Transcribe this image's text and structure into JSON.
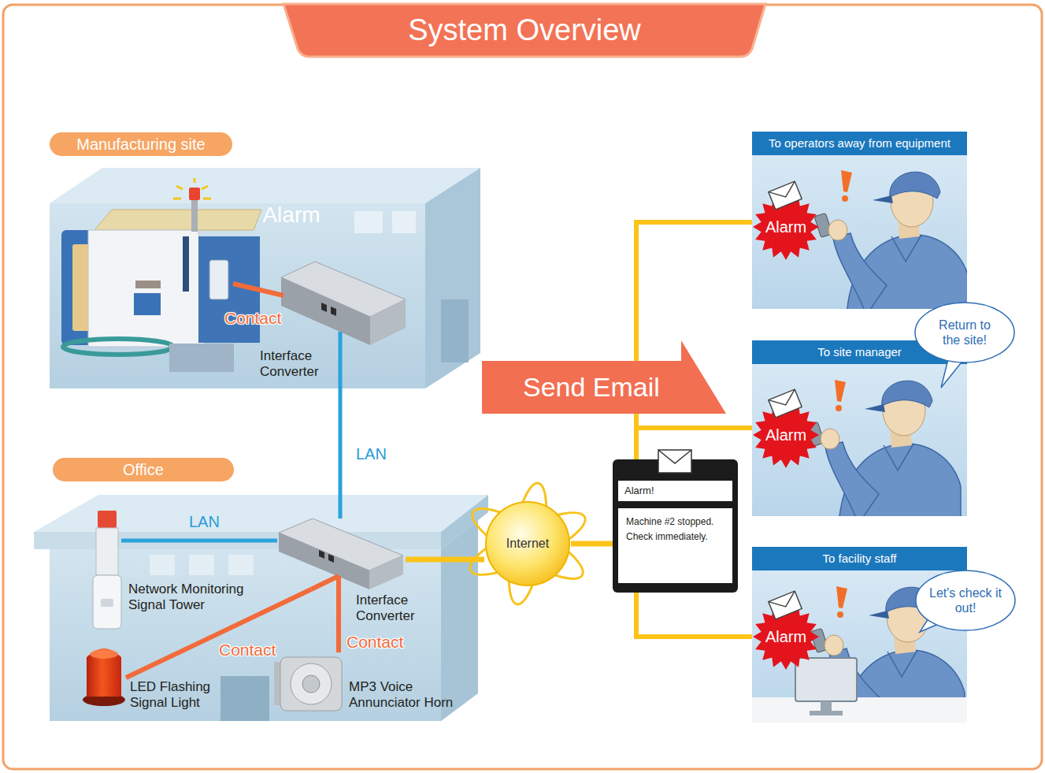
{
  "diagram": {
    "title": "System Overview",
    "nodes": [
      {
        "text": [
          "Manufacturing site"
        ]
      },
      {
        "text": [
          "Alarm"
        ],
        "in": 0
      },
      {
        "text": [
          "Interface Converter"
        ],
        "in": 0
      },
      {
        "text": [
          "Office"
        ]
      },
      {
        "text": [
          "Network Monitoring Signal Tower"
        ],
        "in": 3
      },
      {
        "text": [
          "Interface Converter"
        ],
        "in": 3
      },
      {
        "text": [
          "LED Flashing Signal Light"
        ],
        "in": 3
      },
      {
        "text": [
          "MP3 Voice Annunciator Horn"
        ],
        "in": 3
      },
      {
        "text": [
          "Internet"
        ]
      },
      {
        "text": [
          "Alarm!",
          "Machine #2 stopped. Check immediately."
        ]
      },
      {
        "text": [
          "To operators away from equipment",
          "Alarm",
          "Return to the site!"
        ]
      },
      {
        "text": [
          "To site manager",
          "Alarm"
        ]
      },
      {
        "text": [
          "To facility staff",
          "Alarm",
          "Let's check it out!"
        ]
      }
    ],
    "edges": [
      {
        "from": 2,
        "to": 5,
        "label": "LAN",
        "arrow": "none"
      },
      {
        "from": 5,
        "to": 4,
        "label": "LAN",
        "arrow": "none"
      },
      {
        "from": 5,
        "to": 6,
        "label": "Contact",
        "arrow": "none"
      },
      {
        "from": 5,
        "to": 7,
        "label": "Contact",
        "arrow": "none"
      },
      {
        "from": 5,
        "to": 8,
        "arrow": "none"
      },
      {
        "from": 8,
        "to": 9,
        "arrow": "none"
      },
      {
        "from": 9,
        "to": 10,
        "arrow": "none"
      },
      {
        "from": 9,
        "to": 11,
        "arrow": "none"
      },
      {
        "from": 9,
        "to": 12,
        "arrow": "none"
      }
    ],
    "labels": [
      "Contact",
      "Send Email"
    ]
  }
}
